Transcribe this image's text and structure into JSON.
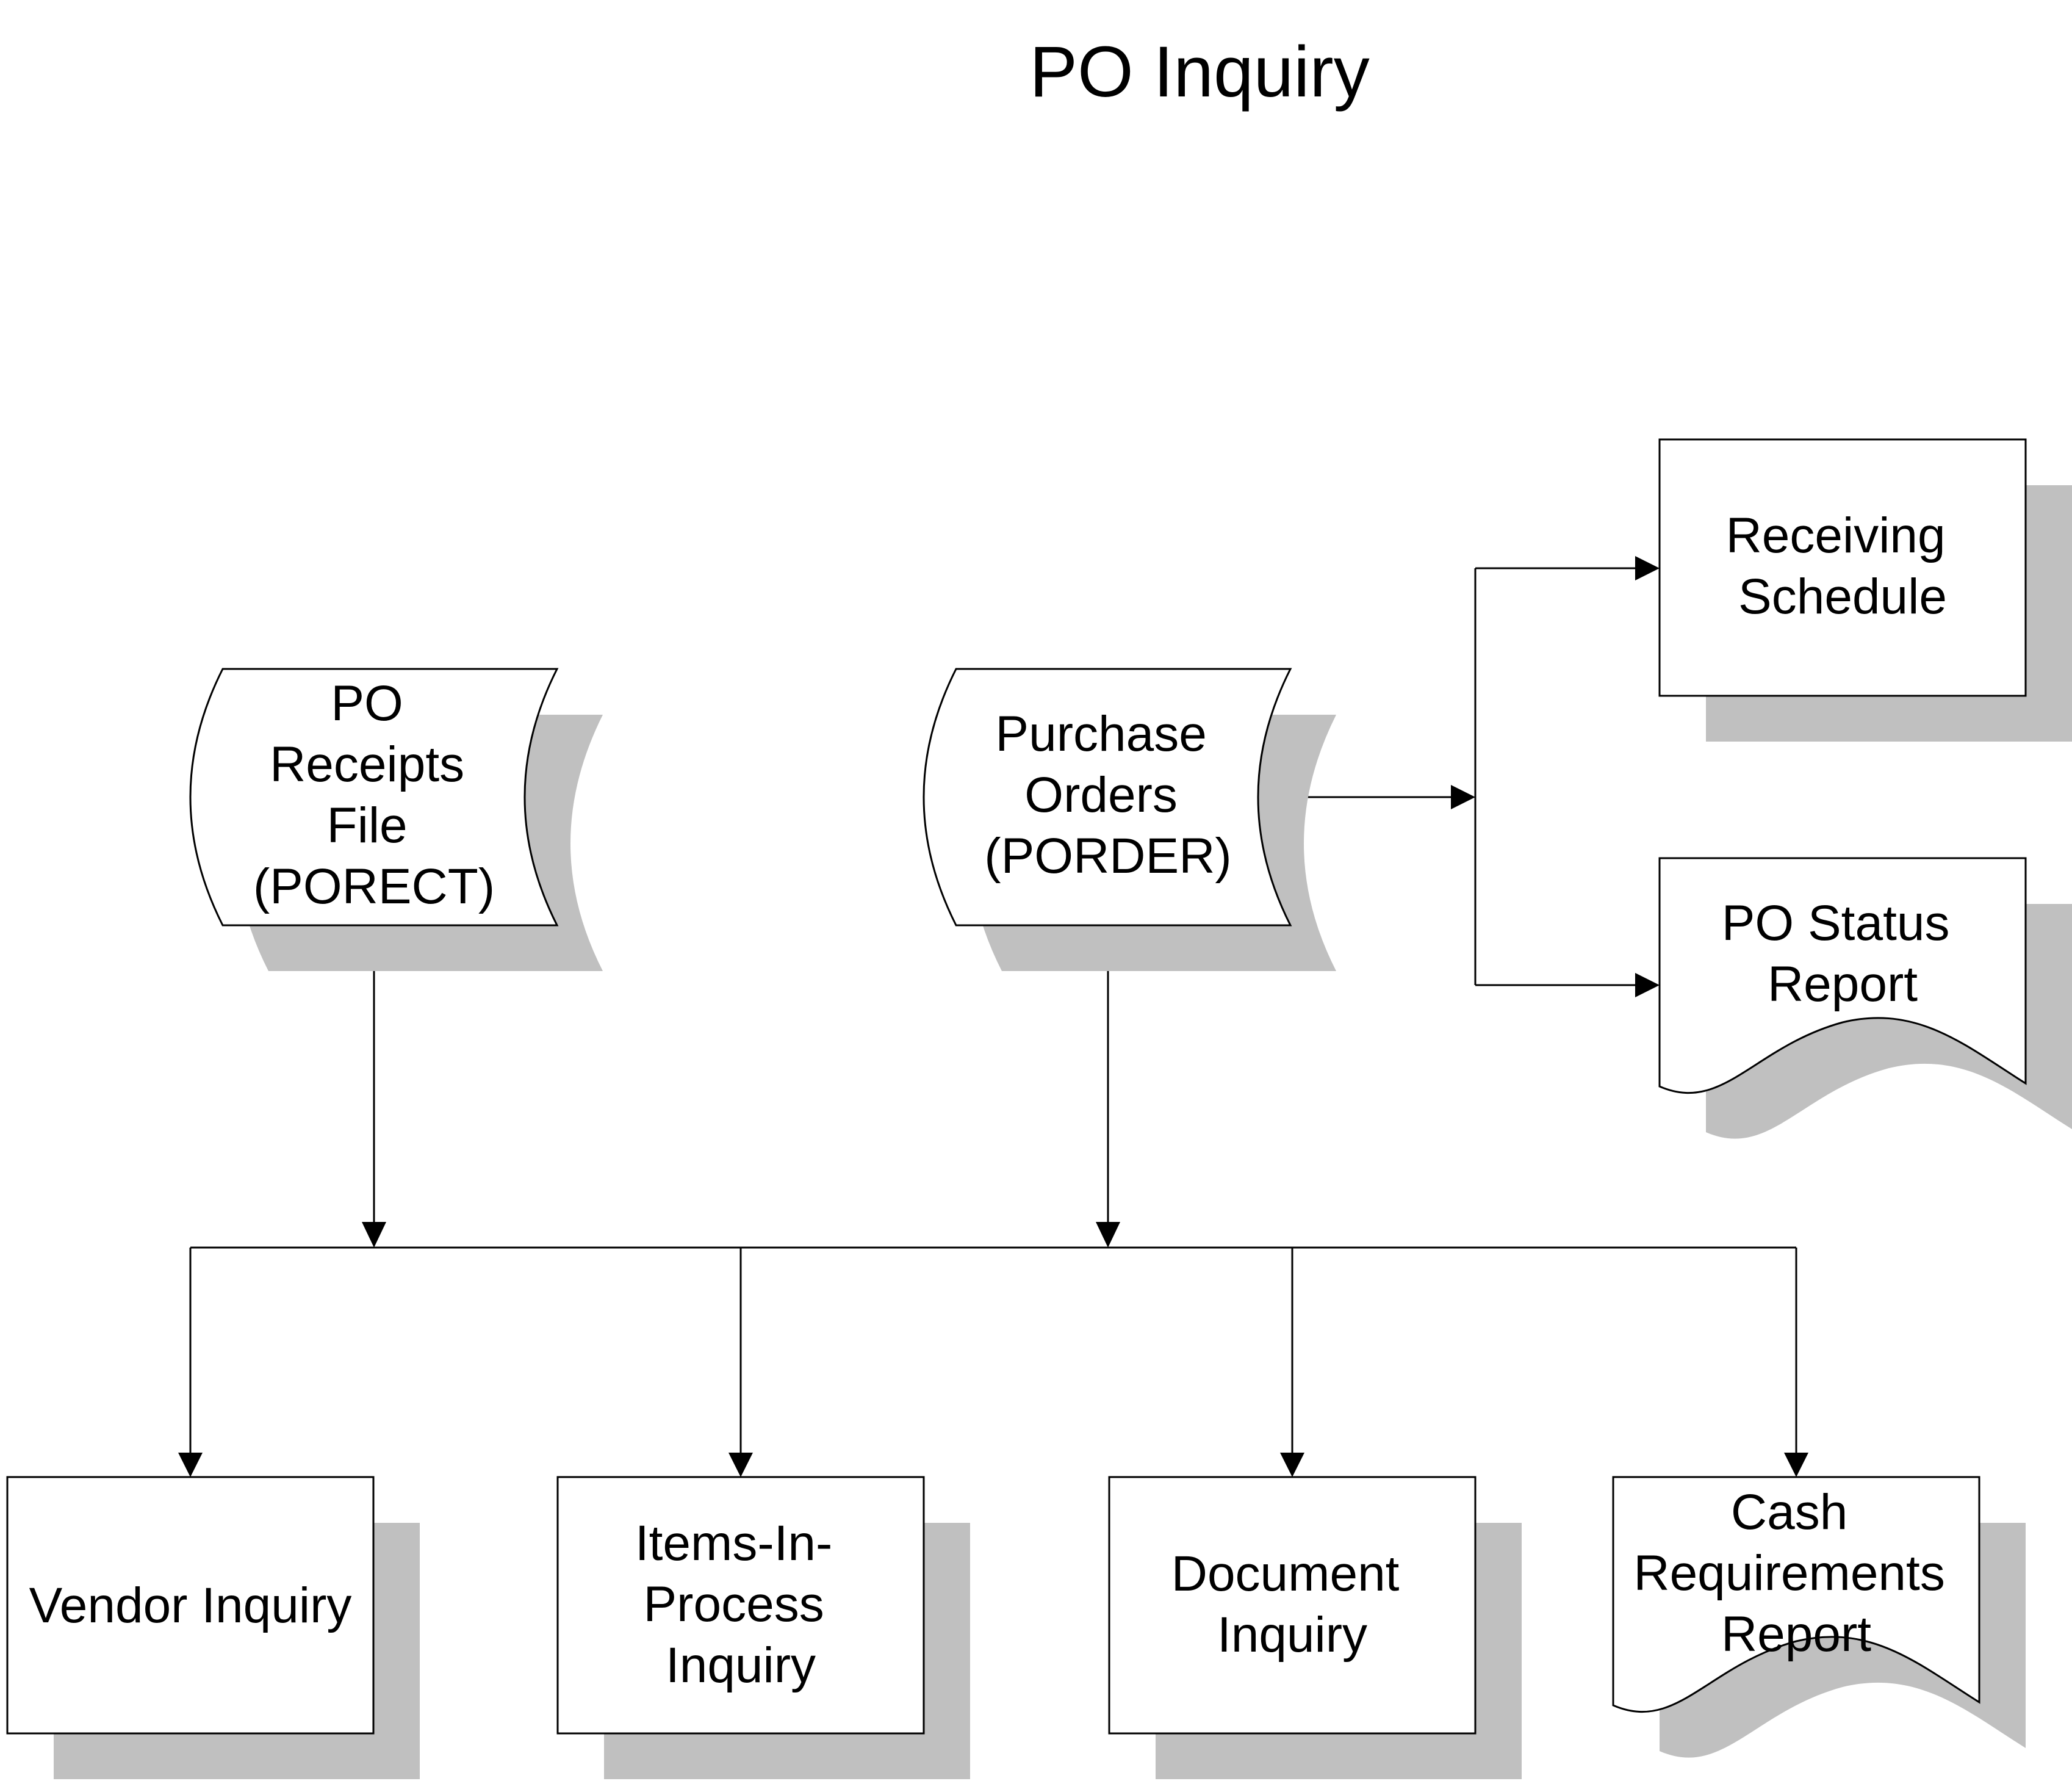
{
  "title": "PO Inquiry",
  "nodes": {
    "po_receipts_file": {
      "shape": "stored-data",
      "lines": [
        "PO",
        "Receipts",
        "File",
        "(PORECT)"
      ]
    },
    "purchase_orders": {
      "shape": "stored-data",
      "lines": [
        "Purchase",
        "Orders",
        "(PORDER)"
      ]
    },
    "receiving_schedule": {
      "shape": "process",
      "lines": [
        "Receiving",
        "Schedule"
      ]
    },
    "po_status_report": {
      "shape": "document",
      "lines": [
        "PO Status",
        "Report"
      ]
    },
    "vendor_inquiry": {
      "shape": "process",
      "lines": [
        "Vendor Inquiry"
      ]
    },
    "items_in_process_inquiry": {
      "shape": "process",
      "lines": [
        "Items-In-",
        "Process",
        "Inquiry"
      ]
    },
    "document_inquiry": {
      "shape": "process",
      "lines": [
        "Document",
        "Inquiry"
      ]
    },
    "cash_requirements_report": {
      "shape": "document",
      "lines": [
        "Cash",
        "Requirements",
        "Report"
      ]
    }
  },
  "edges": [
    {
      "from": "purchase_orders",
      "to": "receiving_schedule"
    },
    {
      "from": "purchase_orders",
      "to": "po_status_report"
    },
    {
      "from": "po_receipts_file",
      "to": "vendor_inquiry"
    },
    {
      "from": "po_receipts_file",
      "to": "items_in_process_inquiry"
    },
    {
      "from": "po_receipts_file",
      "to": "document_inquiry"
    },
    {
      "from": "po_receipts_file",
      "to": "cash_requirements_report"
    },
    {
      "from": "purchase_orders",
      "to": "vendor_inquiry"
    },
    {
      "from": "purchase_orders",
      "to": "items_in_process_inquiry"
    },
    {
      "from": "purchase_orders",
      "to": "document_inquiry"
    },
    {
      "from": "purchase_orders",
      "to": "cash_requirements_report"
    }
  ],
  "colors": {
    "line": "#000000",
    "shadow": "#c0c0c0",
    "fill": "#ffffff"
  }
}
